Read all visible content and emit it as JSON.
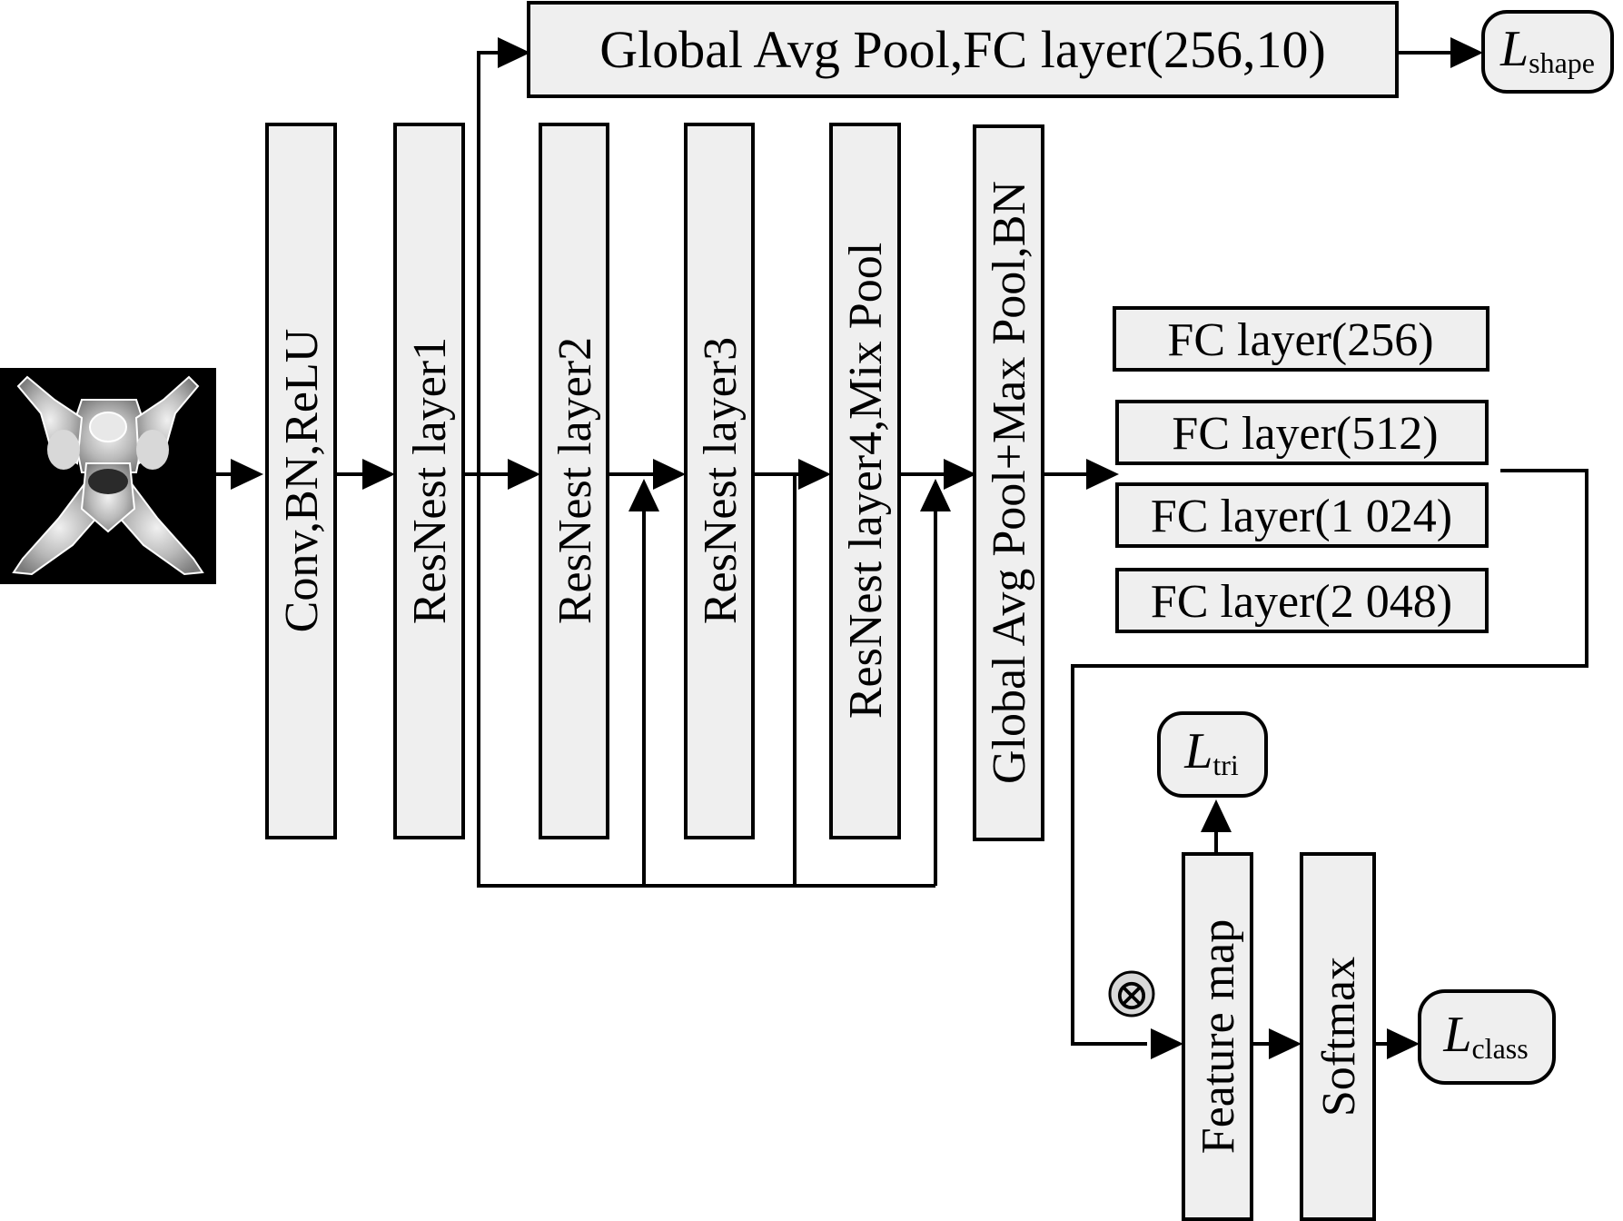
{
  "blocks": {
    "conv": "Conv,BN,ReLU",
    "layer1": "ResNest layer1",
    "layer2": "ResNest layer2",
    "layer3": "ResNest layer3",
    "layer4": "ResNest layer4,Mix Pool",
    "pool": "Global Avg Pool+Max Pool,BN",
    "top": "Global Avg Pool,FC layer(256,10)",
    "fc256": "FC layer(256)",
    "fc512": "FC layer(512)",
    "fc1024": "FC layer(1 024)",
    "fc2048": "FC layer(2 048)",
    "feature_map": "Feature map",
    "softmax": "Softmax"
  },
  "losses": {
    "shape": {
      "main": "L",
      "sub": "shape"
    },
    "tri": {
      "main": "L",
      "sub": "tri"
    },
    "class": {
      "main": "L",
      "sub": "class"
    }
  },
  "operator_symbol": "⊗",
  "colors": {
    "box_fill": "#efefef",
    "stroke": "#000000",
    "input_background": "#000000"
  }
}
